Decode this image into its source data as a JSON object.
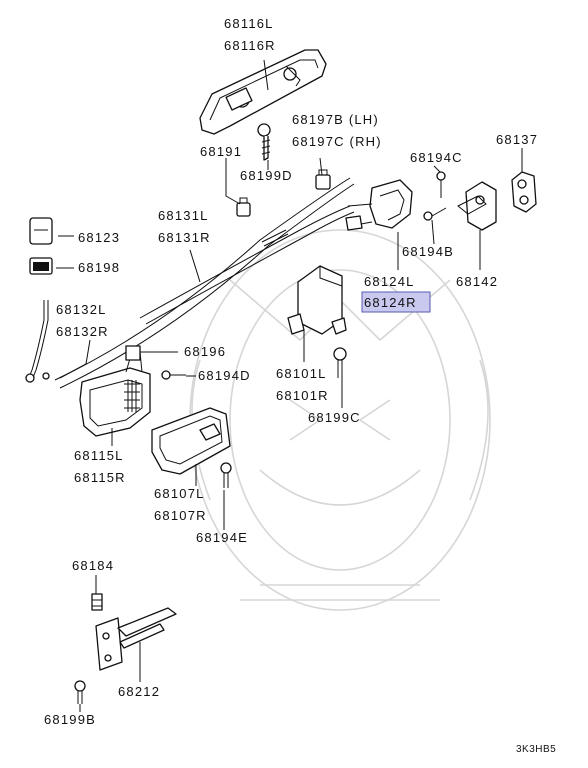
{
  "labels": {
    "p68116l": "68116L",
    "p68116r": "68116R",
    "p68197b": "68197B (LH)",
    "p68197c": "68197C (RH)",
    "p68191": "68191",
    "p68199d": "68199D",
    "p68194c": "68194C",
    "p68137": "68137",
    "p68131l": "68131L",
    "p68131r": "68131R",
    "p68123": "68123",
    "p68194b": "68194B",
    "p68198": "68198",
    "p68124l": "68124L",
    "p68142": "68142",
    "p68124r": "68124R",
    "p68132l": "68132L",
    "p68132r": "68132R",
    "p68196": "68196",
    "p68194d": "68194D",
    "p68101l": "68101L",
    "p68101r": "68101R",
    "p68199c": "68199C",
    "p68115l": "68115L",
    "p68115r": "68115R",
    "p68107l": "68107L",
    "p68107r": "68107R",
    "p68194e": "68194E",
    "p68184": "68184",
    "p68212": "68212",
    "p68199b": "68199B"
  },
  "diagram_code": "3K3HB5",
  "colors": {
    "highlight_fill": "#c9c9f0",
    "highlight_border": "#5a5ab0",
    "line": "#111111",
    "watermark": "#d6d6d6"
  },
  "highlighted_part": "68124R"
}
